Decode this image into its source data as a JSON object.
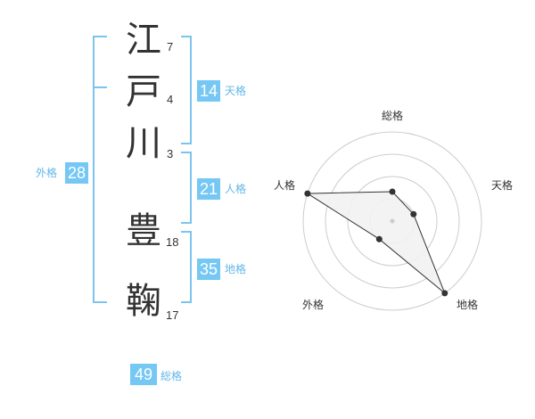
{
  "name": {
    "chars": [
      {
        "kanji": "江",
        "strokes": "7"
      },
      {
        "kanji": "戸",
        "strokes": "4"
      },
      {
        "kanji": "川",
        "strokes": "3"
      },
      {
        "kanji": "豊",
        "strokes": "18"
      },
      {
        "kanji": "鞠",
        "strokes": "17"
      }
    ]
  },
  "kakusuu": {
    "tenkaku": {
      "value": "14",
      "label": "天格"
    },
    "jinkaku": {
      "value": "21",
      "label": "人格"
    },
    "chikaku": {
      "value": "35",
      "label": "地格"
    },
    "gaikaku": {
      "value": "28",
      "label": "外格"
    },
    "soukaku": {
      "value": "49",
      "label": "総格"
    }
  },
  "chart_data": {
    "type": "radar",
    "axes": [
      "総格",
      "天格",
      "地格",
      "外格",
      "人格"
    ],
    "values": [
      0.33,
      0.25,
      1.0,
      0.25,
      1.0
    ],
    "colors": {
      "fill": "#f2f2f2",
      "line": "#333333",
      "ring": "#cccccc",
      "point": "#333333"
    }
  }
}
